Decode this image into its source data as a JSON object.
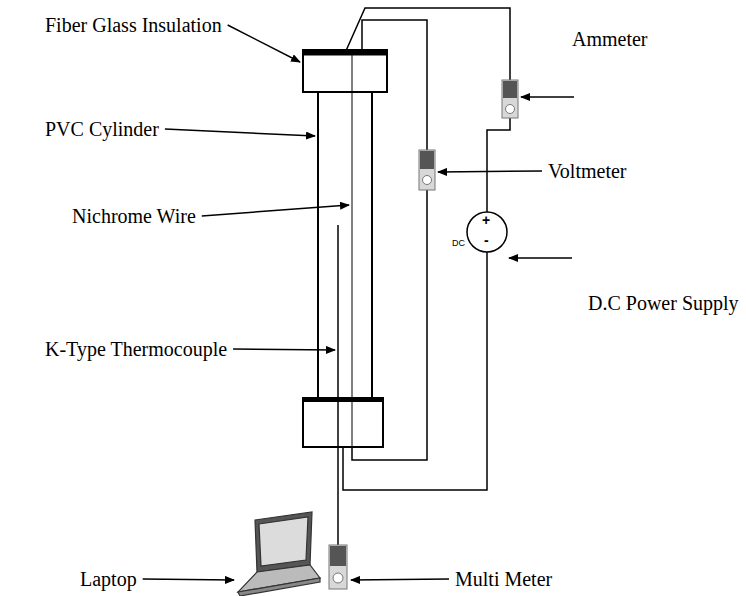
{
  "diagram": {
    "labels": [
      "Fiber Glass Insulation",
      "PVC Cylinder",
      "Nichrome Wire",
      "K-Type Thermocouple",
      "Ammeter",
      "Voltmeter",
      "DC",
      "+",
      "-",
      "D.C Power Supply",
      "Laptop",
      "Multi Meter"
    ]
  }
}
